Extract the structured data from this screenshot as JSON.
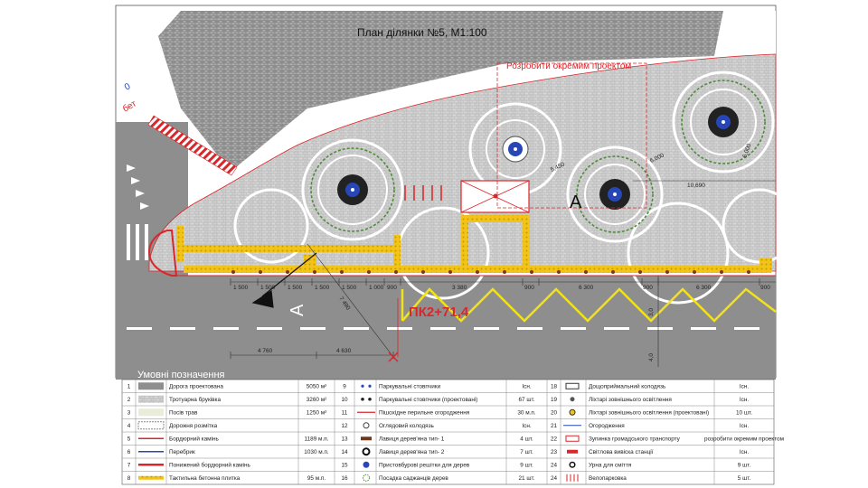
{
  "plan": {
    "title": "План ділянки №5, М1:100",
    "separate_project_note": "Розробити окремим проектом",
    "picket_label": "ПК2+71,4",
    "section_marker_a": "A",
    "section_marker_a2": "A",
    "small_labels": [
      "бет",
      "0"
    ],
    "dimensions_top": [
      "1 500",
      "1 500",
      "1 500",
      "1 500",
      "1 500",
      "1 000",
      "900",
      "3 380",
      "900",
      "6 300",
      "900",
      "6 300",
      "900"
    ],
    "dimensions_bottom": [
      "4 760",
      "4 630"
    ],
    "dimension_diagonal": "7 490",
    "dimension_vertical": [
      "3,0",
      "4,0"
    ],
    "dimension_right": [
      "10,690",
      "6,000",
      "5,450",
      "6,000"
    ]
  },
  "legend": {
    "heading": "Умовні позначення",
    "rows": [
      {
        "left": {
          "num": "1",
          "label": "Дорога проектована",
          "qty": "5050 м²"
        },
        "mid": {
          "num": "9",
          "label": "Паркувальні стовпчики",
          "qty": "Існ."
        },
        "right": {
          "num": "18",
          "label": "Дощоприймальний колодязь",
          "qty": "Існ."
        }
      },
      {
        "left": {
          "num": "2",
          "label": "Тротуарна бруківка",
          "qty": "3260 м²"
        },
        "mid": {
          "num": "10",
          "label": "Паркувальні стовпчики (проектовані)",
          "qty": "67 шт."
        },
        "right": {
          "num": "19",
          "label": "Ліхтарі зовнішнього освітлення",
          "qty": "Існ."
        }
      },
      {
        "left": {
          "num": "3",
          "label": "Посів трав",
          "qty": "1250 м²"
        },
        "mid": {
          "num": "11",
          "label": "Пішохідне перильне огородження",
          "qty": "30 м.п."
        },
        "right": {
          "num": "20",
          "label": "Ліхтарі зовнішнього освітлення (проектовані)",
          "qty": "10 шт."
        }
      },
      {
        "left": {
          "num": "4",
          "label": "Дорожня розмітка",
          "qty": ""
        },
        "mid": {
          "num": "12",
          "label": "Оглядовий колодязь",
          "qty": "Існ."
        },
        "right": {
          "num": "21",
          "label": "Огородження",
          "qty": "Існ."
        }
      },
      {
        "left": {
          "num": "5",
          "label": "Бордюрний камінь",
          "qty": "1189 м.п."
        },
        "mid": {
          "num": "13",
          "label": "Лавиця дерев'яна тип- 1",
          "qty": "4 шт."
        },
        "right": {
          "num": "22",
          "label": "Зупинка громадського транспорту",
          "qty": "розробити окремим проектом"
        }
      },
      {
        "left": {
          "num": "6",
          "label": "Перебрик",
          "qty": "1030 м.п."
        },
        "mid": {
          "num": "14",
          "label": "Лавиця дерев'яна тип- 2",
          "qty": "7 шт."
        },
        "right": {
          "num": "23",
          "label": "Світлова вивіска станції",
          "qty": "Існ."
        }
      },
      {
        "left": {
          "num": "7",
          "label": "Понижений бордюрний камінь",
          "qty": ""
        },
        "mid": {
          "num": "15",
          "label": "Пристовбурові решітки для дерев",
          "qty": "9 шт."
        },
        "right": {
          "num": "24",
          "label": "Урна для сміття",
          "qty": "9 шт."
        }
      },
      {
        "left": {
          "num": "8",
          "label": "Тактильна бетонна плитка",
          "qty": "95 м.п."
        },
        "mid": {
          "num": "16",
          "label": "Посадка саджанців дерев",
          "qty": "21 шт."
        },
        "right": {
          "num": "24",
          "label": "Велопарковка",
          "qty": "5 шт."
        }
      }
    ]
  },
  "colors": {
    "road": "#8e8e8e",
    "paving": "#cfcfcf",
    "tactile": "#f2c318",
    "curb_red": "#d9262a",
    "tree_blue": "#2747b6",
    "zigzag": "#f2e21a"
  }
}
